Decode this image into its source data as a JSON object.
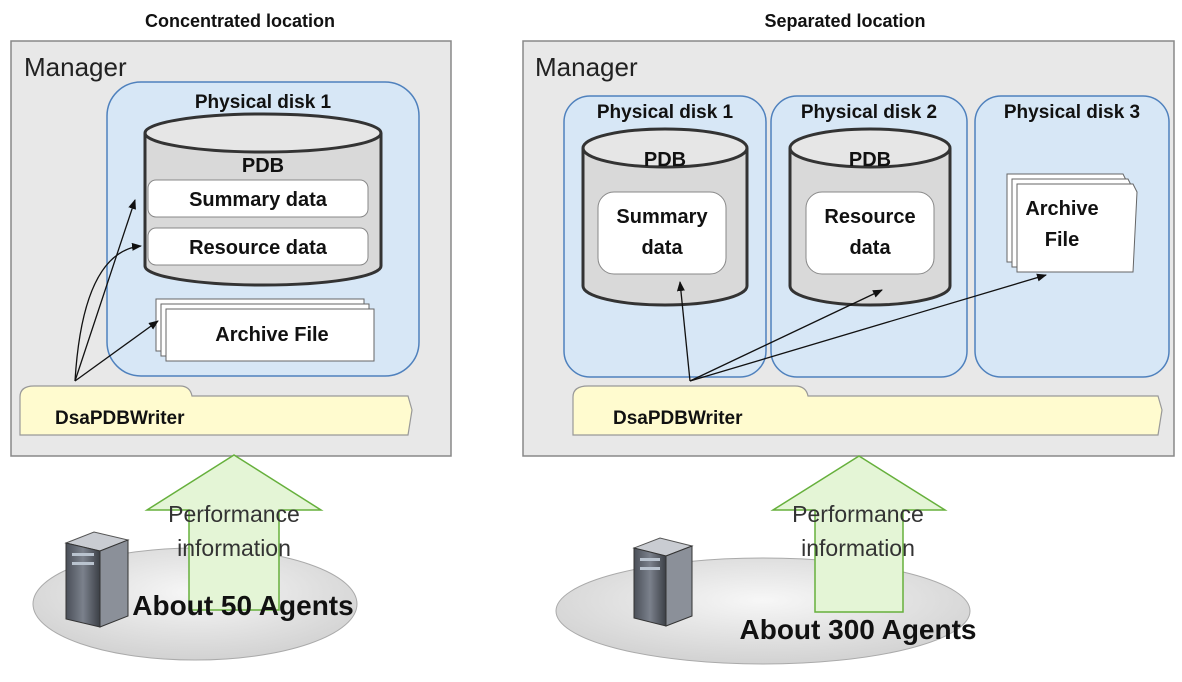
{
  "left": {
    "title": "Concentrated location",
    "manager_label": "Manager",
    "disk": {
      "title": "Physical disk 1",
      "pdb": "PDB",
      "rows": [
        "Summary data",
        "Resource data"
      ],
      "archive": "Archive File"
    },
    "writer": "DsaPDBWriter",
    "perf_line1": "Performance",
    "perf_line2": "information",
    "agents": "About 50 Agents"
  },
  "right": {
    "title": "Separated location",
    "manager_label": "Manager",
    "disks": [
      {
        "title": "Physical disk 1",
        "pdb": "PDB",
        "line1": "Summary",
        "line2": "data"
      },
      {
        "title": "Physical disk 2",
        "pdb": "PDB",
        "line1": "Resource",
        "line2": "data"
      },
      {
        "title": "Physical disk 3",
        "line1": "Archive",
        "line2": "File"
      }
    ],
    "writer": "DsaPDBWriter",
    "perf_line1": "Performance",
    "perf_line2": "information",
    "agents": "About 300 Agents"
  },
  "colors": {
    "panel_bg": "#e8e8e8",
    "disk_bg": "#d7e7f6",
    "disk_border": "#4f81bd",
    "writer_bg": "#fffbcf",
    "arrow_fill": "#e4f5d6",
    "arrow_stroke": "#66b03c"
  }
}
